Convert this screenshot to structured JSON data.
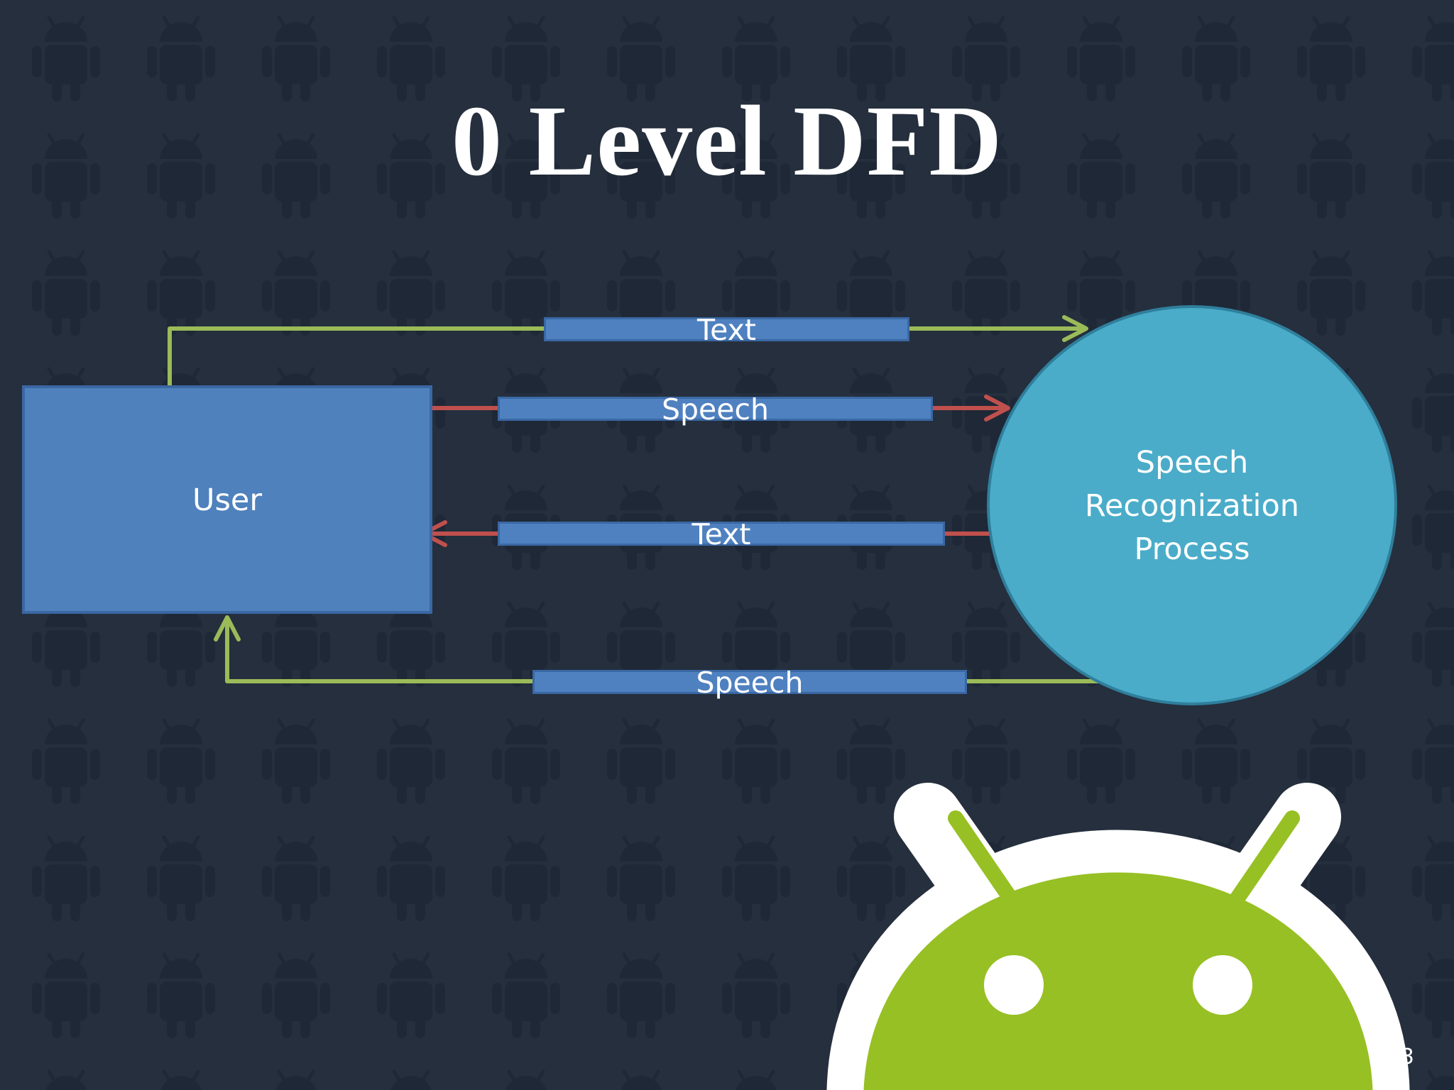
{
  "slide": {
    "title": "0 Level DFD",
    "page_number": "13"
  },
  "diagram": {
    "entity": {
      "label": "User"
    },
    "process": {
      "label": "Speech\nRecognization\nProcess"
    },
    "flows": [
      {
        "label": "Text",
        "direction": "user-to-process",
        "color": "#9bbb59"
      },
      {
        "label": "Speech",
        "direction": "user-to-process",
        "color": "#c0504d"
      },
      {
        "label": "Text",
        "direction": "process-to-user",
        "color": "#c0504d"
      },
      {
        "label": "Speech",
        "direction": "process-to-user",
        "color": "#9bbb59"
      }
    ]
  },
  "colors": {
    "background": "#252f3d",
    "pattern": "#1f2836",
    "entity_fill": "#4f81bd",
    "process_fill": "#4aacc9",
    "flow_green": "#9bbb59",
    "flow_red": "#c0504d",
    "android_green": "#97c024",
    "android_outline": "#ffffff"
  },
  "icons": {
    "background_pattern": "android-robot-icon",
    "decoration": "android-robot-head-icon"
  }
}
